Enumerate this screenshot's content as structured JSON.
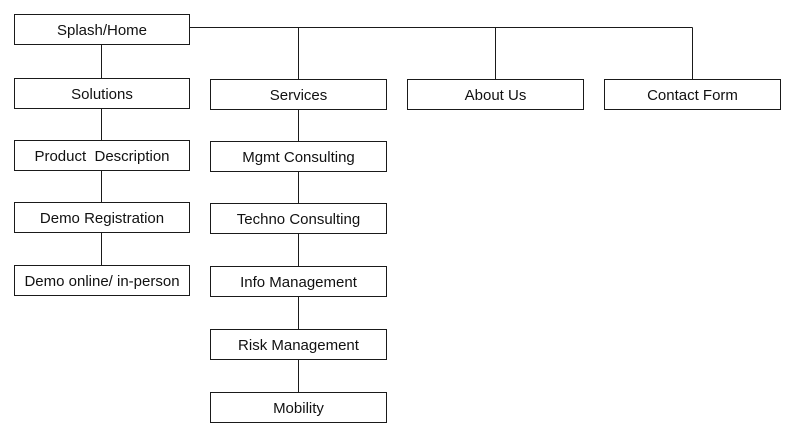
{
  "sitemap": {
    "root": {
      "label": "Splash/Home"
    },
    "sections": [
      {
        "label": "Solutions",
        "children": [
          "Product  Description",
          "Demo Registration",
          "Demo online/ in-person"
        ]
      },
      {
        "label": "Services",
        "children": [
          "Mgmt Consulting",
          "Techno Consulting",
          "Info Management",
          "Risk Management",
          "Mobility"
        ]
      },
      {
        "label": "About Us",
        "children": []
      },
      {
        "label": "Contact Form",
        "children": []
      }
    ]
  },
  "colors": {
    "line": "#1a1a1a",
    "box_fill": "#ffffff",
    "text": "#111111"
  }
}
